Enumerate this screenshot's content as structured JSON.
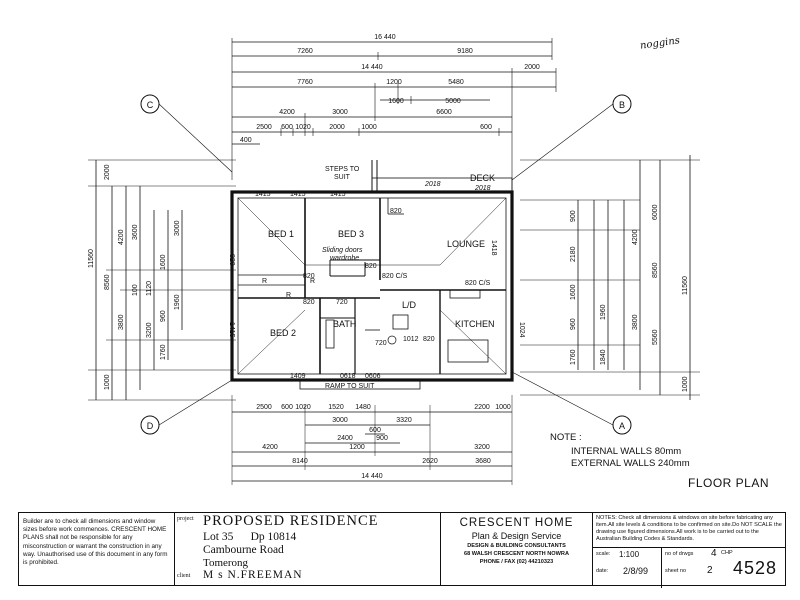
{
  "annotation_top": "noggins",
  "dims_top": {
    "row1": "16 440",
    "row2": [
      "7260",
      "9180"
    ],
    "row3": [
      "14 440",
      "2000"
    ],
    "row4": [
      "7760",
      "1200",
      "5480"
    ],
    "row5": [
      "1600",
      "5000"
    ],
    "row6": [
      "4200",
      "3000",
      "6600"
    ],
    "row7": [
      "2500",
      "600",
      "1020",
      "2000",
      "1000",
      "600"
    ],
    "row8": "400"
  },
  "dims_bottom": {
    "row1": [
      "2500",
      "600",
      "1020",
      "1520",
      "1480",
      "2200",
      "1000"
    ],
    "row2": [
      "3000",
      "3320"
    ],
    "row3": [
      "600"
    ],
    "row4": [
      "2400",
      "900"
    ],
    "row5": [
      "4200",
      "1200",
      "3200"
    ],
    "row6": [
      "8140",
      "2620",
      "3680"
    ],
    "row7": "14 440"
  },
  "dims_left": [
    "2000",
    "4200",
    "3600",
    "3000",
    "11560",
    "8560",
    "1600",
    "1120",
    "100",
    "3200",
    "3800",
    "1960",
    "960",
    "1760",
    "1000"
  ],
  "dims_right": [
    "6000",
    "4200",
    "900",
    "2180",
    "11560",
    "8560",
    "1600",
    "3800",
    "1960",
    "960",
    "5560",
    "1760",
    "1840",
    "1000"
  ],
  "grid_markers": {
    "top_left": "C",
    "top_right": "B",
    "bottom_left": "D",
    "bottom_right": "A"
  },
  "rooms": {
    "bed1": "BED 1",
    "bed3": "BED 3",
    "bed2": "BED 2",
    "lounge": "LOUNGE",
    "bath": "BATH",
    "ld": "L/D",
    "kitchen": "KITCHEN",
    "deck": "DECK",
    "steps": [
      "STEPS TO",
      "SUIT"
    ],
    "ramp": "RAMP TO SUIT",
    "sliding": [
      "Sliding doors",
      "wardrobe"
    ]
  },
  "plan_labels": {
    "years": [
      "2018",
      "2018"
    ],
    "inner": [
      "1415",
      "1415",
      "1415",
      "820",
      "1418",
      "820",
      "820 C/S",
      "820 C/S",
      "820",
      "720",
      "820",
      "1012",
      "820",
      "720",
      "1409",
      "0618",
      "0606",
      "820",
      "1415",
      "1024",
      "R",
      "R",
      "R"
    ]
  },
  "notes": {
    "label": "NOTE :",
    "internal": "INTERNAL WALLS 80mm",
    "external": "EXTERNAL WALLS 240mm"
  },
  "floor_plan_title": "FLOOR PLAN",
  "title_block": {
    "disclaimer": "Builder are to check all dimensions and window sizes before work commences. CRESCENT HOME PLANS shall not be responsible for any misconstruction or warrant the construction in any way. Unauthorised use of this document in any form is prohibited.",
    "project_label": "project",
    "project_title": "PROPOSED RESIDENCE",
    "lot": "Lot 35      Dp 10814",
    "road": "Cambourne Road",
    "town": "Tomerong",
    "client_label": "client",
    "client": "M s N.FREEMAN",
    "firm": "CRESCENT HOME",
    "firm_sub": "Plan & Design Service",
    "firm_line1": "DESIGN & BUILDING CONSULTANTS",
    "firm_line2": "68 WALSH CRESCENT NORTH NOWRA",
    "firm_line3": "PHONE / FAX (02) 44210323",
    "notes_text": "NOTES: Check all dimensions & windows on site before fabricating any item.All site levels & conditions to be confirmed on site.Do NOT SCALE the drawing use figured dimensions.All work is to be carried out to the Australian Building Codes & Standards.",
    "scale_label": "scale:",
    "scale": "1:100",
    "date_label": "date:",
    "date": "2/8/99",
    "no_of_drwgs_label": "no of drwgs",
    "no_of_drwgs": "4",
    "sheet_label": "sheet no",
    "sheet": "2",
    "chp_label": "CHP",
    "drawing_number": "4528"
  }
}
